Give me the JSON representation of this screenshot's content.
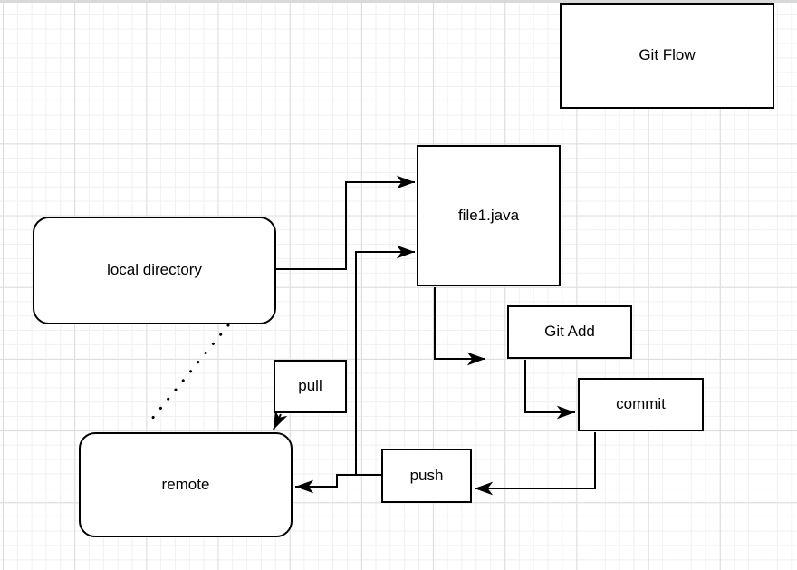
{
  "canvas": {
    "type": "drawio-style flowchart on grid paper",
    "background": "#ffffff",
    "grid_minor_color": "#f0f0f0",
    "grid_major_color": "#dcdcdc",
    "shape_stroke_color": "#000000",
    "shape_fill_color": "#ffffff",
    "text_color": "#000000"
  },
  "nodes": {
    "title": {
      "label": "Git Flow",
      "shape": "rectangle"
    },
    "file1": {
      "label": "file1.java",
      "shape": "rectangle"
    },
    "localdir": {
      "label": "local directory",
      "shape": "rounded-rectangle"
    },
    "gitadd": {
      "label": "Git Add",
      "shape": "rectangle"
    },
    "commit": {
      "label": "commit",
      "shape": "rectangle"
    },
    "pull": {
      "label": "pull",
      "shape": "rectangle"
    },
    "push": {
      "label": "push",
      "shape": "rectangle"
    },
    "remote": {
      "label": "remote",
      "shape": "rounded-rectangle"
    }
  },
  "edges": [
    {
      "from": "local directory",
      "to": "file1.java",
      "style": "solid-orthogonal-arrow"
    },
    {
      "from": "push-remote line junction",
      "to": "file1.java",
      "style": "solid-orthogonal-arrow"
    },
    {
      "from": "file1.java",
      "to": "Git Add",
      "style": "solid-orthogonal-arrow (stops short of box)"
    },
    {
      "from": "Git Add",
      "to": "commit",
      "style": "solid-orthogonal-arrow"
    },
    {
      "from": "commit",
      "to": "push",
      "style": "solid-orthogonal-arrow"
    },
    {
      "from": "push",
      "to": "remote",
      "style": "solid-orthogonal-arrow with step"
    },
    {
      "from": "pull",
      "to": "remote",
      "style": "short-diagonal-arrow"
    },
    {
      "from": "local directory",
      "to": "remote",
      "style": "dotted-line-no-arrow"
    }
  ]
}
